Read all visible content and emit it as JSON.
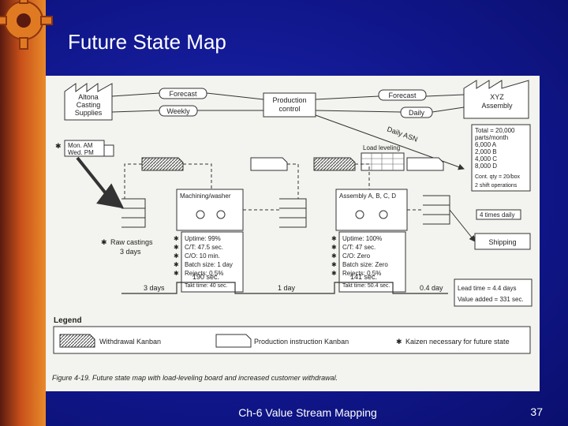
{
  "slide": {
    "title": "Future State Map",
    "footer": "Ch-6 Value Stream Mapping",
    "page_number": "37"
  },
  "map": {
    "supplier": [
      "Altona",
      "Casting",
      "Supplies"
    ],
    "customer": [
      "XYZ",
      "Assembly"
    ],
    "production_control": [
      "Production",
      "control"
    ],
    "forecast_left": "Forecast",
    "weekly": "Weekly",
    "forecast_right": "Forecast",
    "daily": "Daily",
    "daily_asn": "Daily ASN",
    "truck_schedule": [
      "Mon. AM",
      "Wed. PM"
    ],
    "load_leveling": "Load leveling",
    "customer_data": [
      "Total = 20,000",
      "parts/month",
      "6,000 A",
      "2,000 B",
      "4,000 C",
      "8,000 D",
      "Cont. qty = 20/box",
      "2 shift operations"
    ],
    "machining_title": "Machining/washer",
    "assembly_title": "Assembly A, B, C, D",
    "machining_data": [
      "Uptime: 99%",
      "C/T: 47.5 sec.",
      "C/O: 10 min.",
      "Batch size: 1 day",
      "Rejects: 0.5%",
      "Takt time: 40 sec."
    ],
    "assembly_data": [
      "Uptime: 100%",
      "C/T: 47 sec.",
      "C/O: Zero",
      "Batch size: Zero",
      "Rejects: 0.5%",
      "Takt time: 50.4 sec."
    ],
    "raw_castings": [
      "Raw castings",
      "3 days"
    ],
    "times_daily": "4 times daily",
    "shipping": "Shipping",
    "timeline": {
      "inv": [
        "3 days",
        "1 day",
        "0.4 day"
      ],
      "proc": [
        "190 sec.",
        "141 sec."
      ],
      "lead_time": "Lead time = 4.4 days",
      "value_added": "Value added = 331 sec."
    },
    "legend": {
      "title": "Legend",
      "withdrawal": "Withdrawal Kanban",
      "production": "Production instruction Kanban",
      "kaizen": "Kaizen necessary for future state"
    },
    "caption": "Figure 4-19. Future state map with load-leveling board and increased customer withdrawal.",
    "kaizen_star": "✱"
  },
  "colors": {
    "background": "#131a8e",
    "strip": "#c8501a",
    "figure_bg": "#f3f3ef",
    "ink": "#222222"
  }
}
